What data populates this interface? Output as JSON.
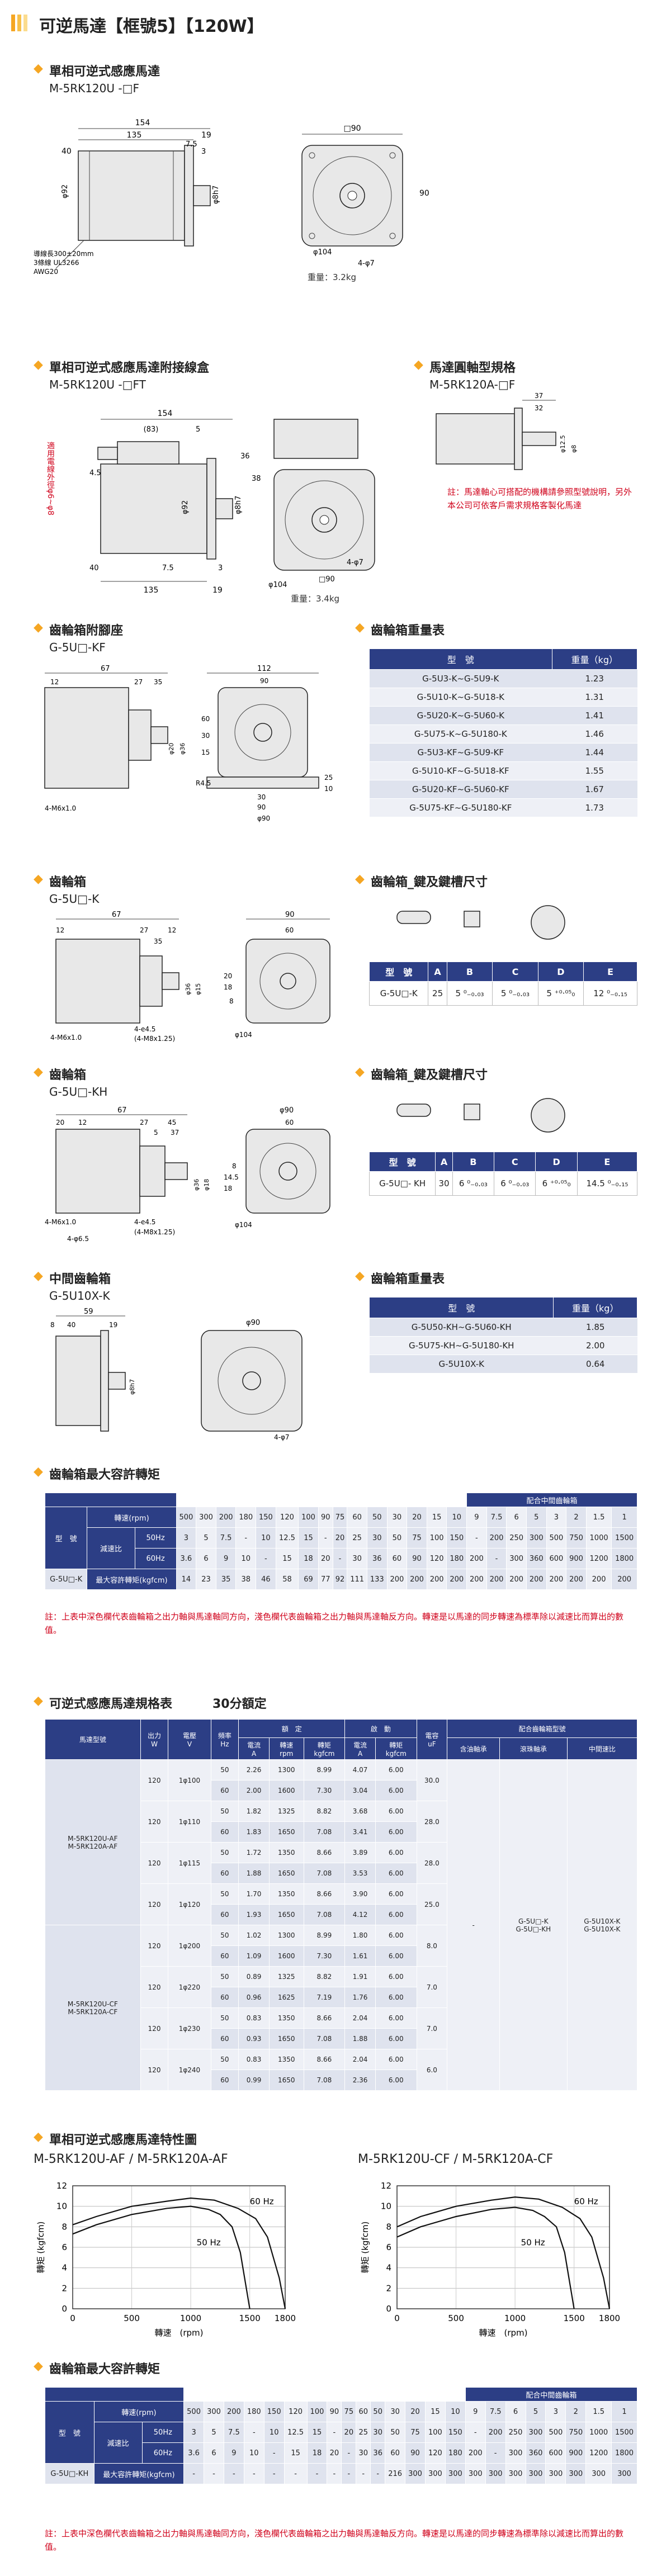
{
  "page": {
    "title": "可逆馬達【框號5】【120W】",
    "accent_bars": [
      "#f5a623",
      "#f7c04a",
      "#fbdc8e"
    ]
  },
  "sec_motor": {
    "heading": "單相可逆式感應馬達",
    "model": "M-5RK120U -□F",
    "dims": [
      "154",
      "135",
      "19",
      "40",
      "7.5",
      "3",
      "90",
      "□90",
      "φ92",
      "φ104",
      "4-φ7",
      "φ8h7"
    ],
    "lead_note": [
      "導線長300±20mm",
      "3條線 UL3266",
      "AWG20"
    ],
    "weight": "重量：3.2kg"
  },
  "sec_box": {
    "heading": "單相可逆式感應馬達附接線盒",
    "model": "M-5RK120U -□FT",
    "dims": [
      "154",
      "(83)",
      "5",
      "36",
      "38",
      "4.5",
      "40",
      "7.5",
      "3",
      "135",
      "19",
      "φ92",
      "φ8h7",
      "φ104",
      "4-φ7",
      "□90"
    ],
    "cable": "適用電線外徑φ6~φ8",
    "weight": "重量：3.4kg"
  },
  "sec_shaft": {
    "heading": "馬達圓軸型規格",
    "model": "M-5RK120A-□F",
    "dims": [
      "37",
      "32",
      "φ12.5",
      "φ8"
    ],
    "note": "註：馬達軸心可搭配的機構請參照型號說明，另外本公司可依客戶需求規格客製化馬達"
  },
  "sec_mount": {
    "heading": "齒輪箱附腳座",
    "model": "G-5U□-KF",
    "dims": [
      "67",
      "12",
      "27",
      "35",
      "φ20",
      "φ36",
      "4-M6x1.0",
      "112",
      "90",
      "60",
      "30",
      "15",
      "R4.5",
      "30",
      "90",
      "25",
      "10",
      "φ90"
    ]
  },
  "weight_table": {
    "heading": "齒輪箱重量表",
    "headers": [
      "型　號",
      "重量（kg）"
    ],
    "rows": [
      [
        "G-5U3-K~G-5U9-K",
        "1.23"
      ],
      [
        "G-5U10-K~G-5U18-K",
        "1.31"
      ],
      [
        "G-5U20-K~G-5U60-K",
        "1.41"
      ],
      [
        "G-5U75-K~G-5U180-K",
        "1.46"
      ],
      [
        "G-5U3-KF~G-5U9-KF",
        "1.44"
      ],
      [
        "G-5U10-KF~G-5U18-KF",
        "1.55"
      ],
      [
        "G-5U20-KF~G-5U60-KF",
        "1.67"
      ],
      [
        "G-5U75-KF~G-5U180-KF",
        "1.73"
      ]
    ]
  },
  "sec_gearK": {
    "heading": "齒輪箱",
    "model": "G-5U□-K",
    "dims": [
      "67",
      "12",
      "27",
      "12",
      "35",
      "φ36",
      "φ15",
      "4-M6x1.0",
      "4-e4.5",
      "(4-M8x1.25)",
      "90",
      "60",
      "20",
      "18",
      "8",
      "φ104"
    ]
  },
  "key_table1": {
    "heading": "齒輪箱_鍵及鍵槽尺寸",
    "headers": [
      "型　號",
      "A",
      "B",
      "C",
      "D",
      "E"
    ],
    "row": [
      "G-5U□-K",
      "25",
      "5 ⁰₋₀.₀₃",
      "5 ⁰₋₀.₀₃",
      "5 ⁺⁰·⁰⁵₀",
      "12 ⁰₋₀.₁₅"
    ]
  },
  "sec_gearKH": {
    "heading": "齒輪箱",
    "model": "G-5U□-KH",
    "dims": [
      "67",
      "20",
      "12",
      "27",
      "5",
      "45",
      "37",
      "φ36",
      "φ18",
      "φ90",
      "60",
      "8",
      "14.5",
      "18",
      "φ104",
      "4-M6x1.0",
      "4-e4.5",
      "(4-M8x1.25)",
      "4-φ6.5"
    ]
  },
  "key_table2": {
    "heading": "齒輪箱_鍵及鍵槽尺寸",
    "headers": [
      "型　號",
      "A",
      "B",
      "C",
      "D",
      "E"
    ],
    "row": [
      "G-5U□- KH",
      "30",
      "6 ⁰₋₀.₀₃",
      "6 ⁰₋₀.₀₃",
      "6 ⁺⁰·⁰⁵₀",
      "14.5 ⁰₋₀.₁₅"
    ]
  },
  "sec_mid": {
    "heading": "中間齒輪箱",
    "model": "G-5U10X-K",
    "dims": [
      "59",
      "40",
      "19",
      "8",
      "φ90",
      "φ8h7",
      "4-φ7"
    ]
  },
  "mid_weight": {
    "heading": "齒輪箱重量表",
    "headers": [
      "型　號",
      "重量（kg）"
    ],
    "rows": [
      [
        "G-5U50-KH~G-5U60-KH",
        "1.85"
      ],
      [
        "G-5U75-KH~G-5U180-KH",
        "2.00"
      ],
      [
        "G-5U10X-K",
        "0.64"
      ]
    ]
  },
  "torque1": {
    "heading": "齒輪箱最大容許轉矩",
    "mid_header": "配合中間齒輪箱",
    "col_label_model": "型　號",
    "row_labels": [
      "轉速\n(rpm)",
      "減速比",
      "50Hz",
      "60Hz",
      "最大容許轉矩\n(kgfcm)"
    ],
    "rpm": [
      "500",
      "300",
      "200",
      "180",
      "150",
      "120",
      "100",
      "90",
      "75",
      "60",
      "50",
      "30",
      "20",
      "15",
      "10",
      "9",
      "7.5",
      "6",
      "5",
      "3",
      "2",
      "1.5",
      "1"
    ],
    "ratio50": [
      "3",
      "5",
      "7.5",
      "-",
      "10",
      "12.5",
      "15",
      "-",
      "20",
      "25",
      "30",
      "50",
      "75",
      "100",
      "150",
      "-",
      "200",
      "250",
      "300",
      "500",
      "750",
      "1000",
      "1500"
    ],
    "ratio60": [
      "3.6",
      "6",
      "9",
      "10",
      "-",
      "15",
      "18",
      "20",
      "-",
      "30",
      "36",
      "60",
      "90",
      "120",
      "180",
      "200",
      "-",
      "300",
      "360",
      "600",
      "900",
      "1200",
      "1800"
    ],
    "model": "G-5U□-K",
    "torque": [
      "14",
      "23",
      "35",
      "38",
      "46",
      "58",
      "69",
      "77",
      "92",
      "111",
      "133",
      "200",
      "200",
      "200",
      "200",
      "200",
      "200",
      "200",
      "200",
      "200",
      "200",
      "200",
      "200"
    ],
    "note": "註：上表中深色欄代表齒輪箱之出力軸與馬達軸同方向，淺色欄代表齒輪箱之出力軸與馬達軸反方向。轉速是以馬達的同步轉速為標準除以減速比而算出的數值。"
  },
  "spec": {
    "heading": "可逆式感應馬達規格表",
    "subheading": "30分額定",
    "headers_top": [
      "馬達型號",
      "出力\nW",
      "電壓\nV",
      "頻率\nHz",
      "額　定",
      "啟　動",
      "電容\nuF",
      "配合齒輪箱型號"
    ],
    "headers_sub": [
      "電流\nA",
      "轉速\nrpm",
      "轉矩\nkgfcm",
      "電流\nA",
      "轉矩\nkgfcm",
      "含油軸承",
      "滾珠軸承",
      "中間速比"
    ],
    "model_groups": [
      "M-5RK120U-AF\nM-5RK120A-AF",
      "M-5RK120U-CF\nM-5RK120A-CF"
    ],
    "rows": [
      [
        "120",
        "1φ100",
        "50",
        "2.26",
        "1300",
        "8.99",
        "4.07",
        "6.00",
        "30.0"
      ],
      [
        "",
        "",
        "60",
        "2.00",
        "1600",
        "7.30",
        "3.04",
        "6.00",
        ""
      ],
      [
        "120",
        "1φ110",
        "50",
        "1.82",
        "1325",
        "8.82",
        "3.68",
        "6.00",
        "28.0"
      ],
      [
        "",
        "",
        "60",
        "1.83",
        "1650",
        "7.08",
        "3.41",
        "6.00",
        ""
      ],
      [
        "120",
        "1φ115",
        "50",
        "1.72",
        "1350",
        "8.66",
        "3.89",
        "6.00",
        "28.0"
      ],
      [
        "",
        "",
        "60",
        "1.88",
        "1650",
        "7.08",
        "3.53",
        "6.00",
        ""
      ],
      [
        "120",
        "1φ120",
        "50",
        "1.70",
        "1350",
        "8.66",
        "3.90",
        "6.00",
        "25.0"
      ],
      [
        "",
        "",
        "60",
        "1.93",
        "1650",
        "7.08",
        "4.12",
        "6.00",
        ""
      ],
      [
        "120",
        "1φ200",
        "50",
        "1.02",
        "1300",
        "8.99",
        "1.80",
        "6.00",
        "8.0"
      ],
      [
        "",
        "",
        "60",
        "1.09",
        "1600",
        "7.30",
        "1.61",
        "6.00",
        ""
      ],
      [
        "120",
        "1φ220",
        "50",
        "0.89",
        "1325",
        "8.82",
        "1.91",
        "6.00",
        "7.0"
      ],
      [
        "",
        "",
        "60",
        "0.96",
        "1625",
        "7.19",
        "1.76",
        "6.00",
        ""
      ],
      [
        "120",
        "1φ230",
        "50",
        "0.83",
        "1350",
        "8.66",
        "2.04",
        "6.00",
        "7.0"
      ],
      [
        "",
        "",
        "60",
        "0.93",
        "1650",
        "7.08",
        "1.88",
        "6.00",
        ""
      ],
      [
        "120",
        "1φ240",
        "50",
        "0.83",
        "1350",
        "8.66",
        "2.04",
        "6.00",
        "6.0"
      ],
      [
        "",
        "",
        "60",
        "0.99",
        "1650",
        "7.08",
        "2.36",
        "6.00",
        ""
      ]
    ],
    "gear_oil": "-",
    "gear_ball": "G-5U□-K\nG-5U□-KH",
    "gear_mid": "G-5U10X-K\nG-5U10X-K"
  },
  "char": {
    "heading": "單相可逆式感應馬達特性圖",
    "left_title": "M-5RK120U-AF / M-5RK120A-AF",
    "right_title": "M-5RK120U-CF / M-5RK120A-CF",
    "ylabel": "轉矩 (kgfcm)",
    "xlabel": "轉速　(rpm)",
    "label60": "60 Hz",
    "label50": "50 Hz"
  },
  "chart_data": [
    {
      "type": "line",
      "title": "M-5RK120U-AF / M-5RK120A-AF",
      "xlabel": "轉速 (rpm)",
      "ylabel": "轉矩 (kgfcm)",
      "xlim": [
        0,
        1800
      ],
      "ylim": [
        0,
        12
      ],
      "xticks": [
        0,
        500,
        1000,
        1500,
        1800
      ],
      "yticks": [
        0,
        2,
        4,
        6,
        8,
        10,
        12
      ],
      "series": [
        {
          "name": "60 Hz",
          "x": [
            0,
            200,
            500,
            800,
            1000,
            1200,
            1400,
            1550,
            1650,
            1750,
            1800
          ],
          "y": [
            8.2,
            9.0,
            10.0,
            10.5,
            10.8,
            10.6,
            9.8,
            8.8,
            7.0,
            3.0,
            0
          ]
        },
        {
          "name": "50 Hz",
          "x": [
            0,
            200,
            500,
            800,
            1000,
            1150,
            1250,
            1350,
            1420,
            1500
          ],
          "y": [
            7.3,
            8.2,
            9.2,
            9.8,
            10.0,
            9.7,
            9.2,
            8.0,
            5.5,
            0
          ]
        }
      ]
    },
    {
      "type": "line",
      "title": "M-5RK120U-CF / M-5RK120A-CF",
      "xlabel": "轉速 (rpm)",
      "ylabel": "轉矩 (kgfcm)",
      "xlim": [
        0,
        1800
      ],
      "ylim": [
        0,
        12
      ],
      "xticks": [
        0,
        500,
        1000,
        1500,
        1800
      ],
      "yticks": [
        0,
        2,
        4,
        6,
        8,
        10,
        12
      ],
      "series": [
        {
          "name": "60 Hz",
          "x": [
            0,
            200,
            500,
            800,
            1000,
            1200,
            1400,
            1550,
            1650,
            1750,
            1800
          ],
          "y": [
            8.0,
            9.0,
            10.0,
            10.6,
            10.9,
            10.7,
            9.9,
            8.8,
            7.0,
            3.0,
            0
          ]
        },
        {
          "name": "50 Hz",
          "x": [
            0,
            200,
            500,
            800,
            1000,
            1150,
            1250,
            1350,
            1420,
            1500
          ],
          "y": [
            7.0,
            8.0,
            9.0,
            9.7,
            9.9,
            9.6,
            9.0,
            8.0,
            5.5,
            0
          ]
        }
      ]
    }
  ],
  "torque2": {
    "heading": "齒輪箱最大容許轉矩",
    "mid_header": "配合中間齒輪箱",
    "col_label_model": "型　號",
    "rpm": [
      "500",
      "300",
      "200",
      "180",
      "150",
      "120",
      "100",
      "90",
      "75",
      "60",
      "50",
      "30",
      "20",
      "15",
      "10",
      "9",
      "7.5",
      "6",
      "5",
      "3",
      "2",
      "1.5",
      "1"
    ],
    "ratio50": [
      "3",
      "5",
      "7.5",
      "-",
      "10",
      "12.5",
      "15",
      "-",
      "20",
      "25",
      "30",
      "50",
      "75",
      "100",
      "150",
      "-",
      "200",
      "250",
      "300",
      "500",
      "750",
      "1000",
      "1500"
    ],
    "ratio60": [
      "3.6",
      "6",
      "9",
      "10",
      "-",
      "15",
      "18",
      "20",
      "-",
      "30",
      "36",
      "60",
      "90",
      "120",
      "180",
      "200",
      "-",
      "300",
      "360",
      "600",
      "900",
      "1200",
      "1800"
    ],
    "model": "G-5U□-KH",
    "torque": [
      "-",
      "-",
      "-",
      "-",
      "-",
      "-",
      "-",
      "-",
      "-",
      "-",
      "-",
      "216",
      "300",
      "300",
      "300",
      "300",
      "300",
      "300",
      "300",
      "300",
      "300",
      "300",
      "300"
    ],
    "note": "註：上表中深色欄代表齒輪箱之出力軸與馬達軸同方向，淺色欄代表齒輪箱之出力軸與馬達軸反方向。轉速是以馬達的同步轉速為標準除以減速比而算出的數值。"
  }
}
